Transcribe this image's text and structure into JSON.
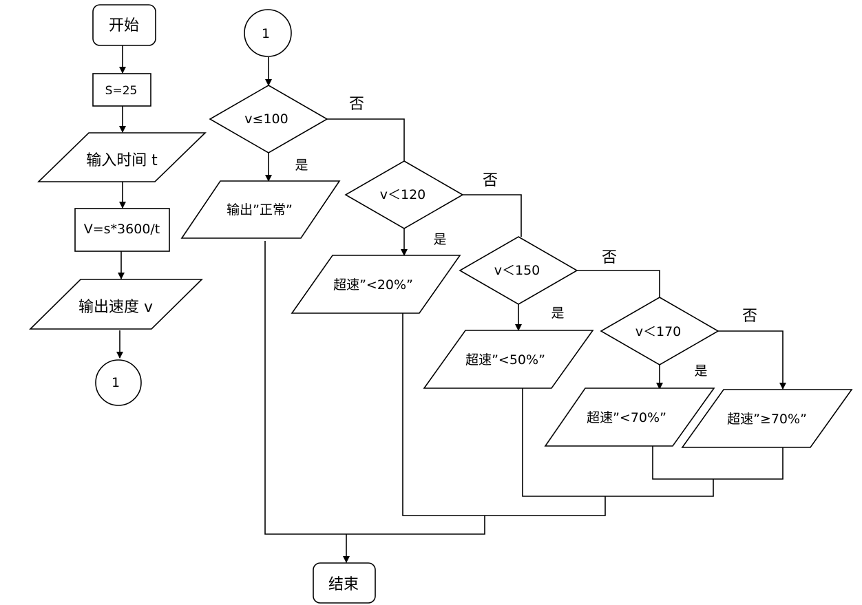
{
  "left_flow": {
    "start": "开始",
    "assign_s": "S=25",
    "input_time": "输入时间 t",
    "compute_v": "V=s*3600/t",
    "output_speed": "输出速度 v",
    "connector": "1"
  },
  "right_flow": {
    "connector": "1",
    "cond_100": "v≤100",
    "cond_120": "v＜120",
    "cond_150": "v＜150",
    "cond_170": "v＜170",
    "out_normal": "输出”正常”",
    "out_20": "超速”<20%”",
    "out_50": "超速”<50%”",
    "out_70": "超速”<70%”",
    "out_ge70": "超速”≥70%”",
    "end": "结束",
    "yes": "是",
    "no": "否"
  }
}
